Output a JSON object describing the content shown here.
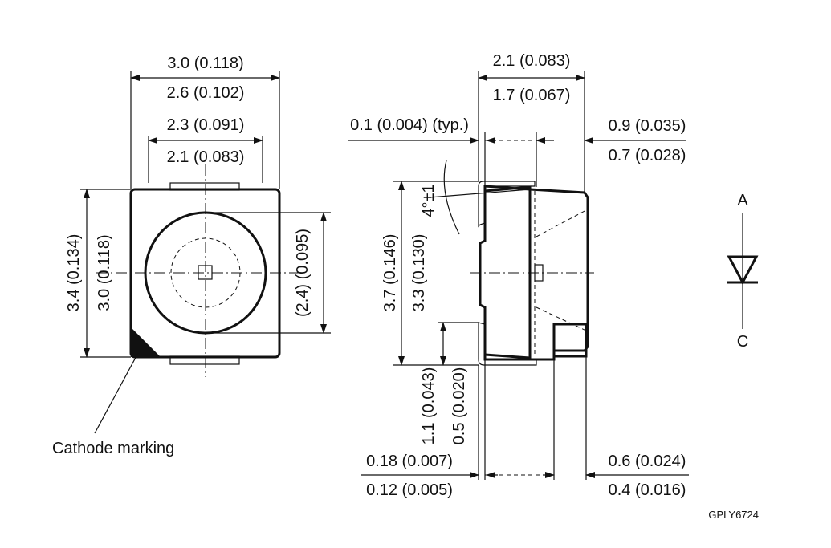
{
  "front_view": {
    "width_outer": "3.0 (0.118)",
    "width_inner": "2.6 (0.102)",
    "pad_width_outer": "2.3 (0.091)",
    "pad_width_inner": "2.1 (0.083)",
    "height_outer": "3.4 (0.134)",
    "height_inner": "3.0 (0.118)",
    "lens_diameter": "(2.4) (0.095)",
    "cathode_label": "Cathode marking"
  },
  "side_view": {
    "depth_outer": "2.1 (0.083)",
    "depth_inner": "1.7 (0.067)",
    "lead_thickness": "0.1 (0.004) (typ.)",
    "body_step_outer": "0.9 (0.035)",
    "body_step_inner": "0.7 (0.028)",
    "angle": "4°±1",
    "height_outer": "3.7 (0.146)",
    "height_inner": "3.3 (0.130)",
    "lead_length_outer": "1.1 (0.043)",
    "lead_length_inner": "0.5 (0.020)",
    "lead_gap_outer": "0.18 (0.007)",
    "lead_gap_inner": "0.12 (0.005)",
    "foot_outer": "0.6 (0.024)",
    "foot_inner": "0.4 (0.016)"
  },
  "symbol": {
    "anode": "A",
    "cathode": "C"
  },
  "drawing_id": "GPLY6724"
}
